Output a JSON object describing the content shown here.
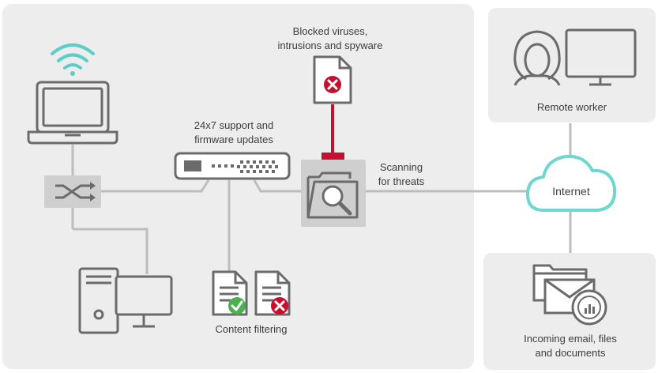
{
  "labels": {
    "blocked": [
      "Blocked viruses,",
      "intrusions and spyware"
    ],
    "support": [
      "24x7 support and",
      "firmware updates"
    ],
    "scanning": [
      "Scanning",
      "for threats"
    ],
    "content_filtering": "Content filtering",
    "remote_worker": "Remote worker",
    "internet": "Internet",
    "incoming": [
      "Incoming email, files",
      "and documents"
    ]
  },
  "colors": {
    "panel": "#ededed",
    "line": "#bdbdbd",
    "icon": "#6b6b6b",
    "block_red": "#c8102e",
    "ok_green": "#4caf50",
    "wifi": "#5ccdc8",
    "cloud": "#6fd6d0"
  },
  "icons": [
    "wifi-icon",
    "laptop-icon",
    "switch-icon",
    "desktop-computer-icon",
    "firewall-appliance-icon",
    "blocked-file-icon",
    "scan-folder-icon",
    "allowed-file-icon",
    "denied-file-icon",
    "person-icon",
    "monitor-icon",
    "cloud-icon",
    "email-files-icon"
  ]
}
